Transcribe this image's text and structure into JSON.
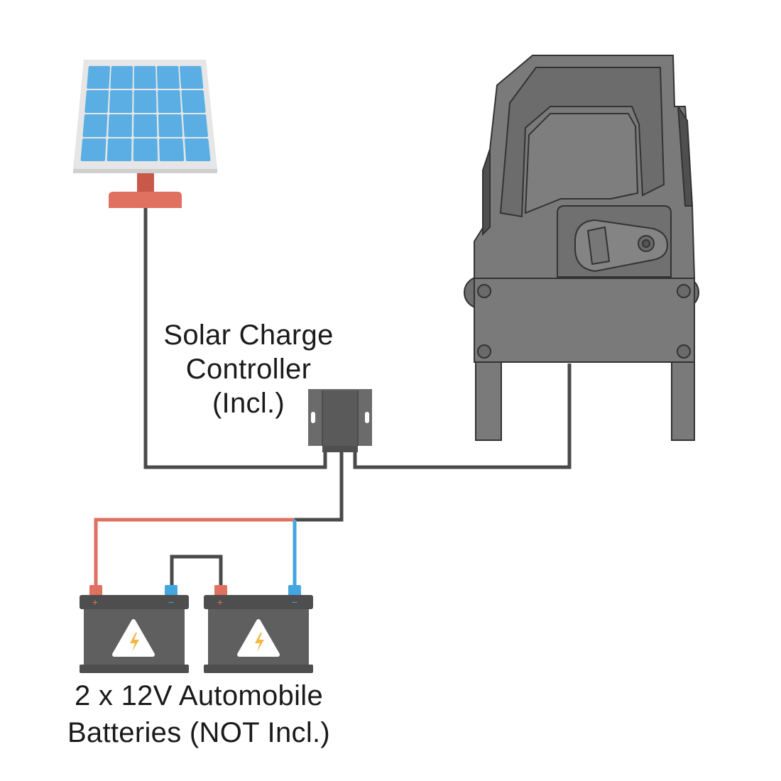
{
  "controller_label": {
    "line1": "Solar Charge",
    "line2": "Controller",
    "line3": "(Incl.)"
  },
  "battery_label": {
    "line1": "2 x 12V Automobile",
    "line2": "Batteries (NOT Incl.)"
  },
  "battery_terminals": {
    "positive": "+",
    "negative": "−"
  },
  "colors": {
    "wire_dark": "#4a4a4a",
    "wire_positive": "#e0705f",
    "wire_negative": "#44a5df",
    "solar_cell": "#5aaee3",
    "solar_frame": "#e6e6e6",
    "solar_stand": "#e0705f",
    "opener_body": "#7a7a7a",
    "battery_body": "#5f5f5f",
    "warning_sign": "#ffffff",
    "bolt": "#f0b944"
  },
  "icons": {
    "solar_panel": "solar-panel-icon",
    "charge_controller": "charge-controller-icon",
    "gate_opener": "gate-opener-icon",
    "battery": "battery-icon",
    "warning": "high-voltage-warning-icon"
  }
}
